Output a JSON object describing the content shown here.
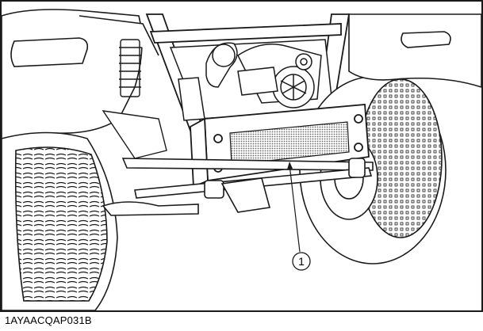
{
  "figure": {
    "id_label": "1AYAACQAP031B",
    "callouts": [
      {
        "number": "1",
        "target": "oil-cooler-screen"
      }
    ]
  },
  "colors": {
    "line": "#1a1a1a",
    "background": "#ffffff",
    "screen": "#9a9a9a"
  }
}
